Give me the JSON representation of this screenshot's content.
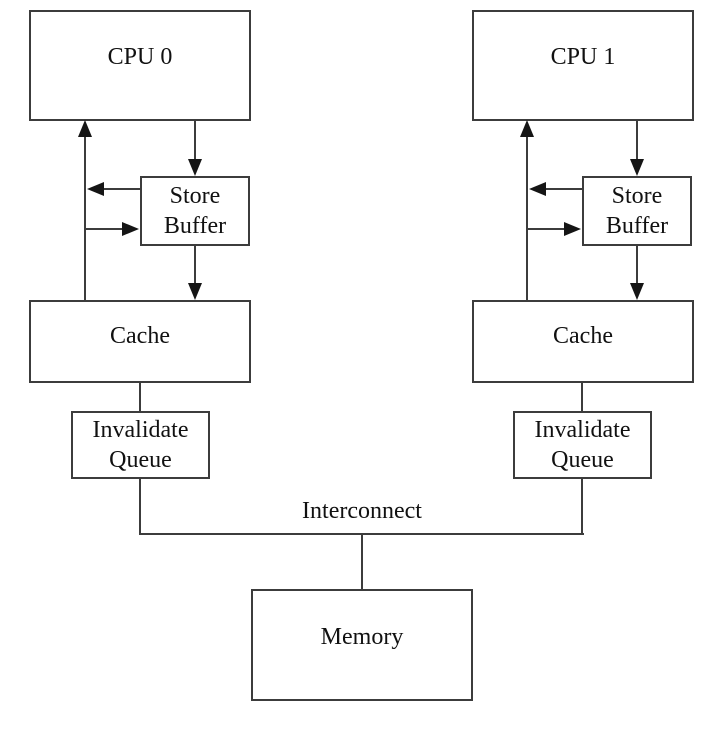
{
  "diagram": {
    "title": "CPU cache architecture with store buffers and invalidate queues",
    "nodes": {
      "cpu0": {
        "label": "CPU 0"
      },
      "cpu1": {
        "label": "CPU 1"
      },
      "store_buffer_0": {
        "label": "Store Buffer"
      },
      "store_buffer_1": {
        "label": "Store Buffer"
      },
      "cache0": {
        "label": "Cache"
      },
      "cache1": {
        "label": "Cache"
      },
      "invalidate_queue_0": {
        "label": "Invalidate Queue"
      },
      "invalidate_queue_1": {
        "label": "Invalidate Queue"
      },
      "memory": {
        "label": "Memory"
      }
    },
    "labels": {
      "interconnect": "Interconnect"
    },
    "edges": [
      "cache0 -> cpu0 (arrow up)",
      "cpu0 -> store_buffer_0 (arrow down)",
      "store_buffer_0 -> cache0/cpu0 path (arrow left)",
      "cpu0/cache0 path -> store_buffer_0 (arrow right)",
      "store_buffer_0 -> cache0 (arrow down)",
      "cache0 - invalidate_queue_0 (plain)",
      "invalidate_queue_0 - interconnect (plain)",
      "cache1 -> cpu1 (arrow up)",
      "cpu1 -> store_buffer_1 (arrow down)",
      "store_buffer_1 -> cache1/cpu1 path (arrow left)",
      "cpu1/cache1 path -> store_buffer_1 (arrow right)",
      "store_buffer_1 -> cache1 (arrow down)",
      "cache1 - invalidate_queue_1 (plain)",
      "invalidate_queue_1 - interconnect (plain)",
      "interconnect - memory (plain)"
    ],
    "colors": {
      "background": "#ffffff",
      "box_border": "#3c3c3c",
      "line": "#3c3c3c",
      "arrowhead": "#151515",
      "text": "#111111"
    }
  }
}
